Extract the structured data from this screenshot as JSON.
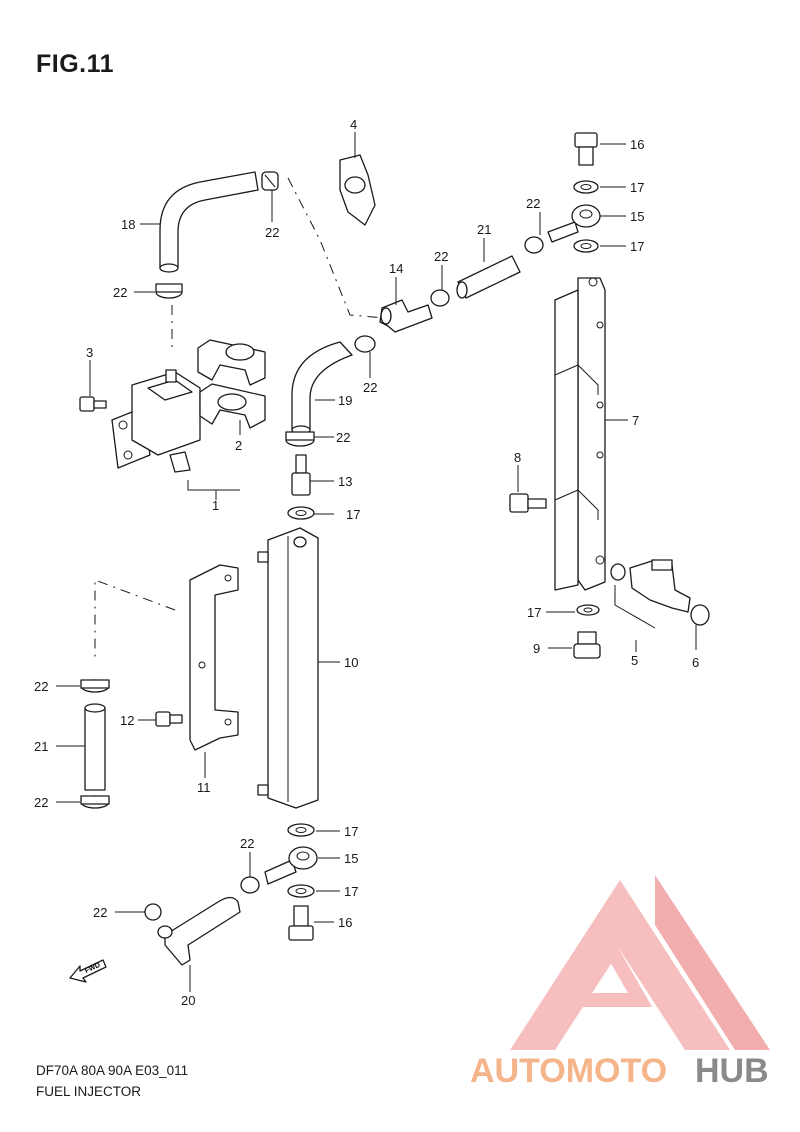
{
  "figure": {
    "title": "FIG.11",
    "footer_code": "DF70A 80A 90A E03_011",
    "footer_name": "FUEL INJECTOR"
  },
  "fwd_label": "FWD",
  "callouts": [
    "1",
    "2",
    "3",
    "4",
    "5",
    "6",
    "7",
    "8",
    "9",
    "10",
    "11",
    "12",
    "13",
    "14",
    "15",
    "16",
    "17",
    "18",
    "19",
    "20",
    "21",
    "22"
  ],
  "watermark": {
    "part1": "AUTOMOTO",
    "part2": "HUB",
    "color_orange": "#f5b48a",
    "color_red": "#ee6a6a",
    "color_gray": "#8a8a8a"
  }
}
